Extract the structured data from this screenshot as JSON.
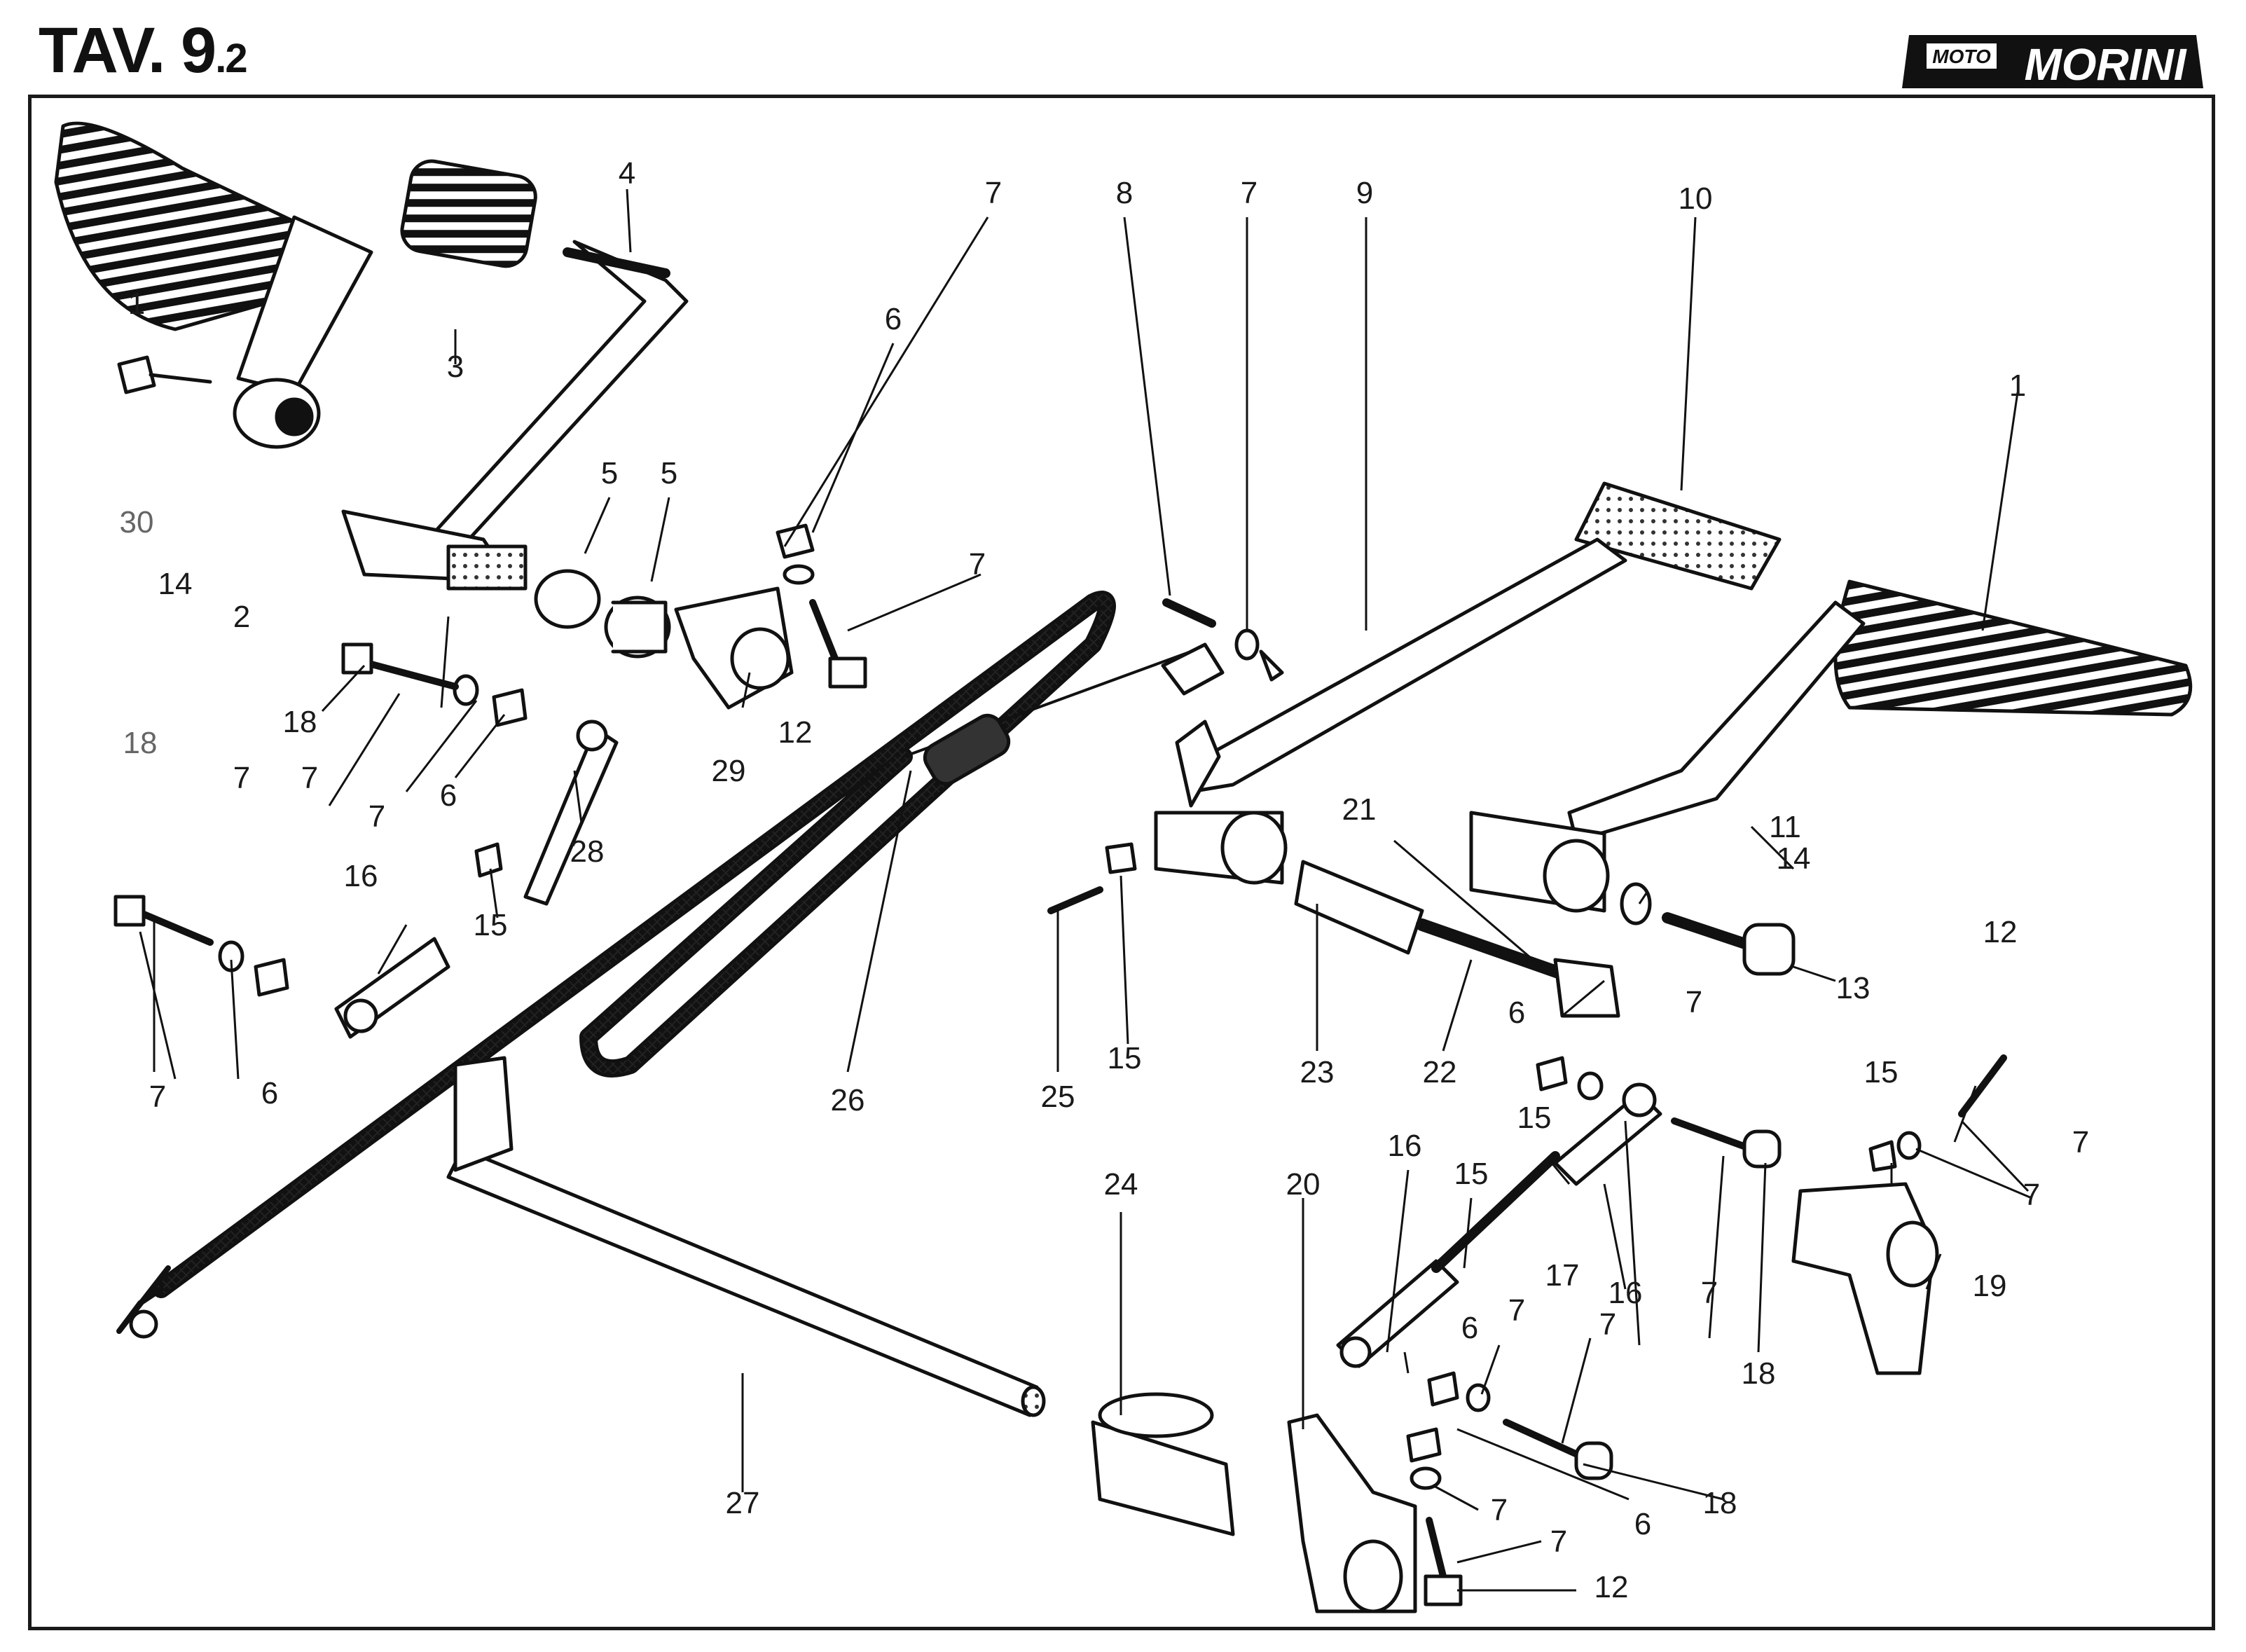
{
  "header": {
    "title_main": "TAV.",
    "title_num": "9",
    "title_sub": ".2"
  },
  "logo": {
    "small_text": "MOTO",
    "brand_text": "MORINI"
  },
  "callouts": [
    {
      "label": "1"
    },
    {
      "label": "3"
    },
    {
      "label": "4"
    },
    {
      "label": "7"
    },
    {
      "label": "8"
    },
    {
      "label": "7"
    },
    {
      "label": "9"
    },
    {
      "label": "10"
    },
    {
      "label": "6"
    },
    {
      "label": "1"
    },
    {
      "label": "30"
    },
    {
      "label": "14"
    },
    {
      "label": "2"
    },
    {
      "label": "5"
    },
    {
      "label": "5"
    },
    {
      "label": "7"
    },
    {
      "label": "12"
    },
    {
      "label": "29"
    },
    {
      "label": "18"
    },
    {
      "label": "7"
    },
    {
      "label": "7"
    },
    {
      "label": "6"
    },
    {
      "label": "28"
    },
    {
      "label": "18"
    },
    {
      "label": "7"
    },
    {
      "label": "16"
    },
    {
      "label": "15"
    },
    {
      "label": "7"
    },
    {
      "label": "6"
    },
    {
      "label": "26"
    },
    {
      "label": "21"
    },
    {
      "label": "14"
    },
    {
      "label": "11"
    },
    {
      "label": "13"
    },
    {
      "label": "25"
    },
    {
      "label": "15"
    },
    {
      "label": "23"
    },
    {
      "label": "22"
    },
    {
      "label": "6"
    },
    {
      "label": "7"
    },
    {
      "label": "12"
    },
    {
      "label": "15"
    },
    {
      "label": "7"
    },
    {
      "label": "7"
    },
    {
      "label": "24"
    },
    {
      "label": "20"
    },
    {
      "label": "16"
    },
    {
      "label": "15"
    },
    {
      "label": "15"
    },
    {
      "label": "17"
    },
    {
      "label": "16"
    },
    {
      "label": "7"
    },
    {
      "label": "18"
    },
    {
      "label": "19"
    },
    {
      "label": "6"
    },
    {
      "label": "7"
    },
    {
      "label": "7"
    },
    {
      "label": "27"
    },
    {
      "label": "18"
    },
    {
      "label": "6"
    },
    {
      "label": "7"
    },
    {
      "label": "7"
    },
    {
      "label": "12"
    }
  ]
}
